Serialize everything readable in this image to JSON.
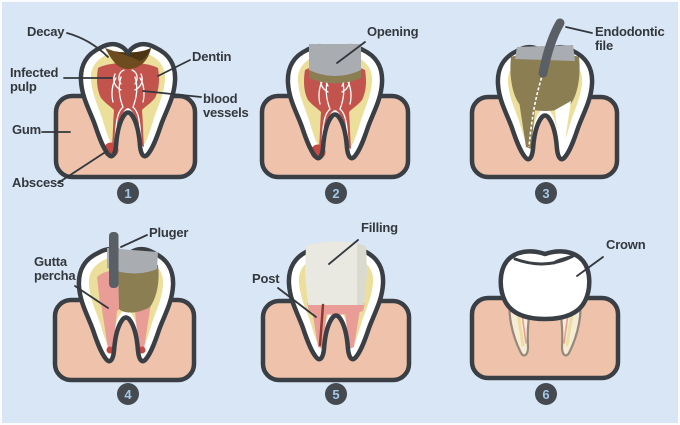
{
  "colors": {
    "bg": "#d9e6f6",
    "outline": "#3a3f45",
    "label": "#33383d",
    "gum": "#eec2ab",
    "dentin": "#ebdf9b",
    "pulp": "#c2544d",
    "decay": "#6f4c1f",
    "decay_dark": "#4b3513",
    "abscess": "#c74a42",
    "opening": "#a9adb2",
    "olive": "#8c7e53",
    "metal": "#5a5f66",
    "gutta": "#ea9d97",
    "filling": "#e9e9e2",
    "filling_shade": "#dbdacf",
    "post": "#8a3a2f",
    "badge_bg": "#454a51",
    "badge_fg": "#a4c7e6",
    "root_fill": "#f6ead9",
    "root_stroke": "#95897a"
  },
  "panels": [
    {
      "step": "1",
      "labels": {
        "decay": "Decay",
        "infected_pulp": "Infected pulp",
        "gum": "Gum",
        "abscess": "Abscess",
        "dentin": "Dentin",
        "blood_vessels": "blood vessels"
      }
    },
    {
      "step": "2",
      "labels": {
        "opening": "Opening"
      }
    },
    {
      "step": "3",
      "labels": {
        "endodontic_file": "Endodontic file"
      }
    },
    {
      "step": "4",
      "labels": {
        "pluger": "Pluger",
        "gutta_percha": "Gutta percha"
      }
    },
    {
      "step": "5",
      "labels": {
        "filling": "Filling",
        "post": "Post"
      }
    },
    {
      "step": "6",
      "labels": {
        "crown": "Crown"
      }
    }
  ]
}
